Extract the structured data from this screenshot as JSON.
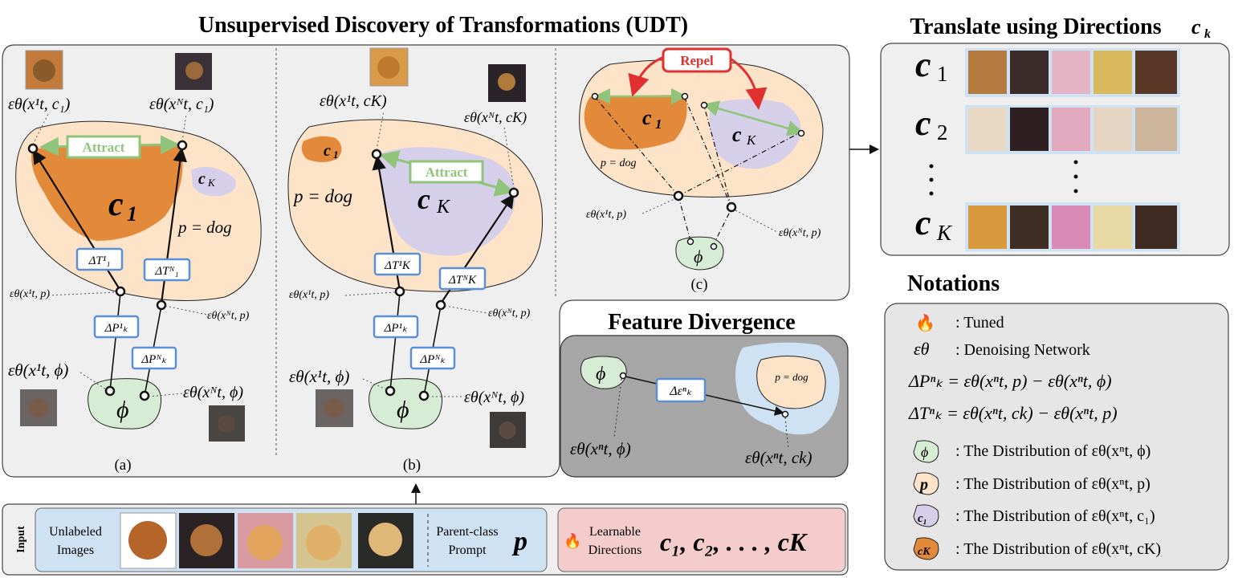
{
  "titles": {
    "udt": "Unsupervised Discovery of Transformations (UDT)",
    "translate": "Translate using Directions",
    "translate_symbol": "c",
    "translate_sub": "k",
    "notations": "Notations",
    "feature_divergence": "Feature Divergence"
  },
  "panel_a": {
    "label": "(a)",
    "c1_label": "c",
    "c1_sub": "1",
    "ck_label": "c",
    "ck_sub": "K",
    "p_eq": "p = dog",
    "attract": "Attract",
    "phi": "ϕ",
    "top_left": "εθ(x¹t, c₁)",
    "top_right": "εθ(xᴺt, c₁)",
    "mid_left": "εθ(x¹t, p)",
    "mid_right": "εθ(xᴺt, p)",
    "bot_left": "εθ(x¹t, ϕ)",
    "bot_right": "εθ(xᴺt, ϕ)",
    "dt1": "ΔT¹₁",
    "dtn": "ΔTᴺ₁",
    "dp1": "ΔP¹ₖ",
    "dpn": "ΔPᴺₖ"
  },
  "panel_b": {
    "label": "(b)",
    "c1_label": "c",
    "c1_sub": "1",
    "ck_label": "c",
    "ck_sub": "K",
    "p_eq": "p = dog",
    "attract": "Attract",
    "phi": "ϕ",
    "top_left": "εθ(x¹t, cK)",
    "top_right": "εθ(xᴺt, cK)",
    "mid_left": "εθ(x¹t, p)",
    "mid_right": "εθ(xᴺt, p)",
    "bot_left": "εθ(x¹t, ϕ)",
    "bot_right": "εθ(xᴺt, ϕ)",
    "dt1": "ΔT¹K",
    "dtn": "ΔTᴺK",
    "dp1": "ΔP¹ₖ",
    "dpn": "ΔPᴺₖ"
  },
  "panel_c": {
    "label": "(c)",
    "repel": "Repel",
    "c1_label": "c",
    "c1_sub": "1",
    "ck_label": "c",
    "ck_sub": "K",
    "p_eq": "p = dog",
    "phi": "ϕ",
    "left_label": "εθ(x¹t, p)",
    "right_label": "εθ(xᴺt, p)"
  },
  "feature_div": {
    "phi": "ϕ",
    "p_eq": "p = dog",
    "delta": "Δεⁿₖ",
    "left_label": "εθ(xⁿt, ϕ)",
    "right_label": "εθ(xⁿt, ck)"
  },
  "translate_rows": [
    {
      "symbol": "c",
      "sub": "1"
    },
    {
      "symbol": "c",
      "sub": "2"
    },
    {
      "symbol": "c",
      "sub": "K"
    }
  ],
  "notations": [
    {
      "sym": "🔥",
      "text": ": Tuned"
    },
    {
      "sym": "εθ",
      "text": ": Denoising Network"
    },
    {
      "sym": "",
      "text": "ΔPⁿₖ = εθ(xⁿt, p) − εθ(xⁿt, ϕ)"
    },
    {
      "sym": "",
      "text": "ΔTⁿₖ = εθ(xⁿt, ck) − εθ(xⁿt, p)"
    },
    {
      "sym": "ϕ",
      "text": ": The Distribution of  εθ(xⁿt, ϕ)"
    },
    {
      "sym": "p",
      "text": ": The Distribution of  εθ(xⁿt, p)"
    },
    {
      "sym": "c₁",
      "text": ": The Distribution of  εθ(xⁿt, c₁)"
    },
    {
      "sym": "cK",
      "text": ": The Distribution of  εθ(xⁿt, cK)"
    }
  ],
  "input_bar": {
    "label": "Input",
    "unlabeled": [
      "Unlabeled",
      "Images"
    ],
    "parent": [
      "Parent-class",
      "Prompt"
    ],
    "p_symbol": "p",
    "learnable": [
      "Learnable",
      "Directions"
    ],
    "directions": "c₁, c₂, . . . , cK"
  },
  "colors": {
    "panel_bg": "#efefef",
    "orange_region": "#e38a3a",
    "peach_region": "#fde3c8",
    "lavender_region": "#d6cfea",
    "green_phi": "#d7ecd4",
    "box_blue": "#5b8fd6",
    "attract_green": "#8fc47a",
    "repel_red": "#e03030",
    "fd_bg": "#a6a6a6",
    "input_blue": "#cfe2f3",
    "input_pink": "#f4cccc"
  }
}
